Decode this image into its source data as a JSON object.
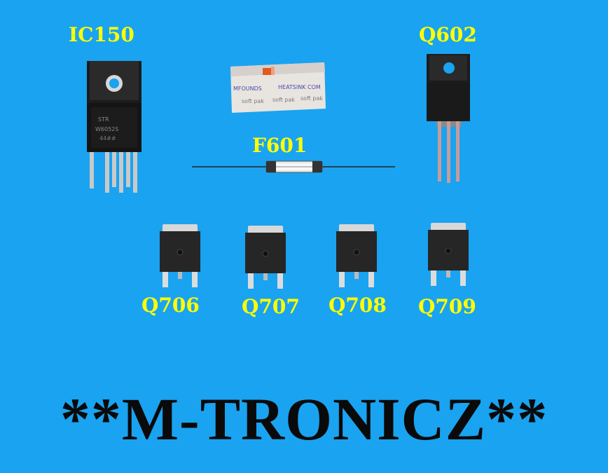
{
  "labels": {
    "ic150": "IC150",
    "q602": "Q602",
    "f601": "F601",
    "q706": "Q706",
    "q707": "Q707",
    "q708": "Q708",
    "q709": "Q709"
  },
  "ic_marking": {
    "line1": "STR",
    "line2": "W6052S",
    "line3": "44##"
  },
  "heatsink_packet": {
    "text1": "MFOUNDS",
    "text2": "HEATSINK COM",
    "text3": "soft pak",
    "text4": "soft pak",
    "text5": "soft pak"
  },
  "brand": "**M-TRONICZ**",
  "colors": {
    "background": "#1aa3f0",
    "label": "#ffff00",
    "brand": "#0a0a0a"
  }
}
